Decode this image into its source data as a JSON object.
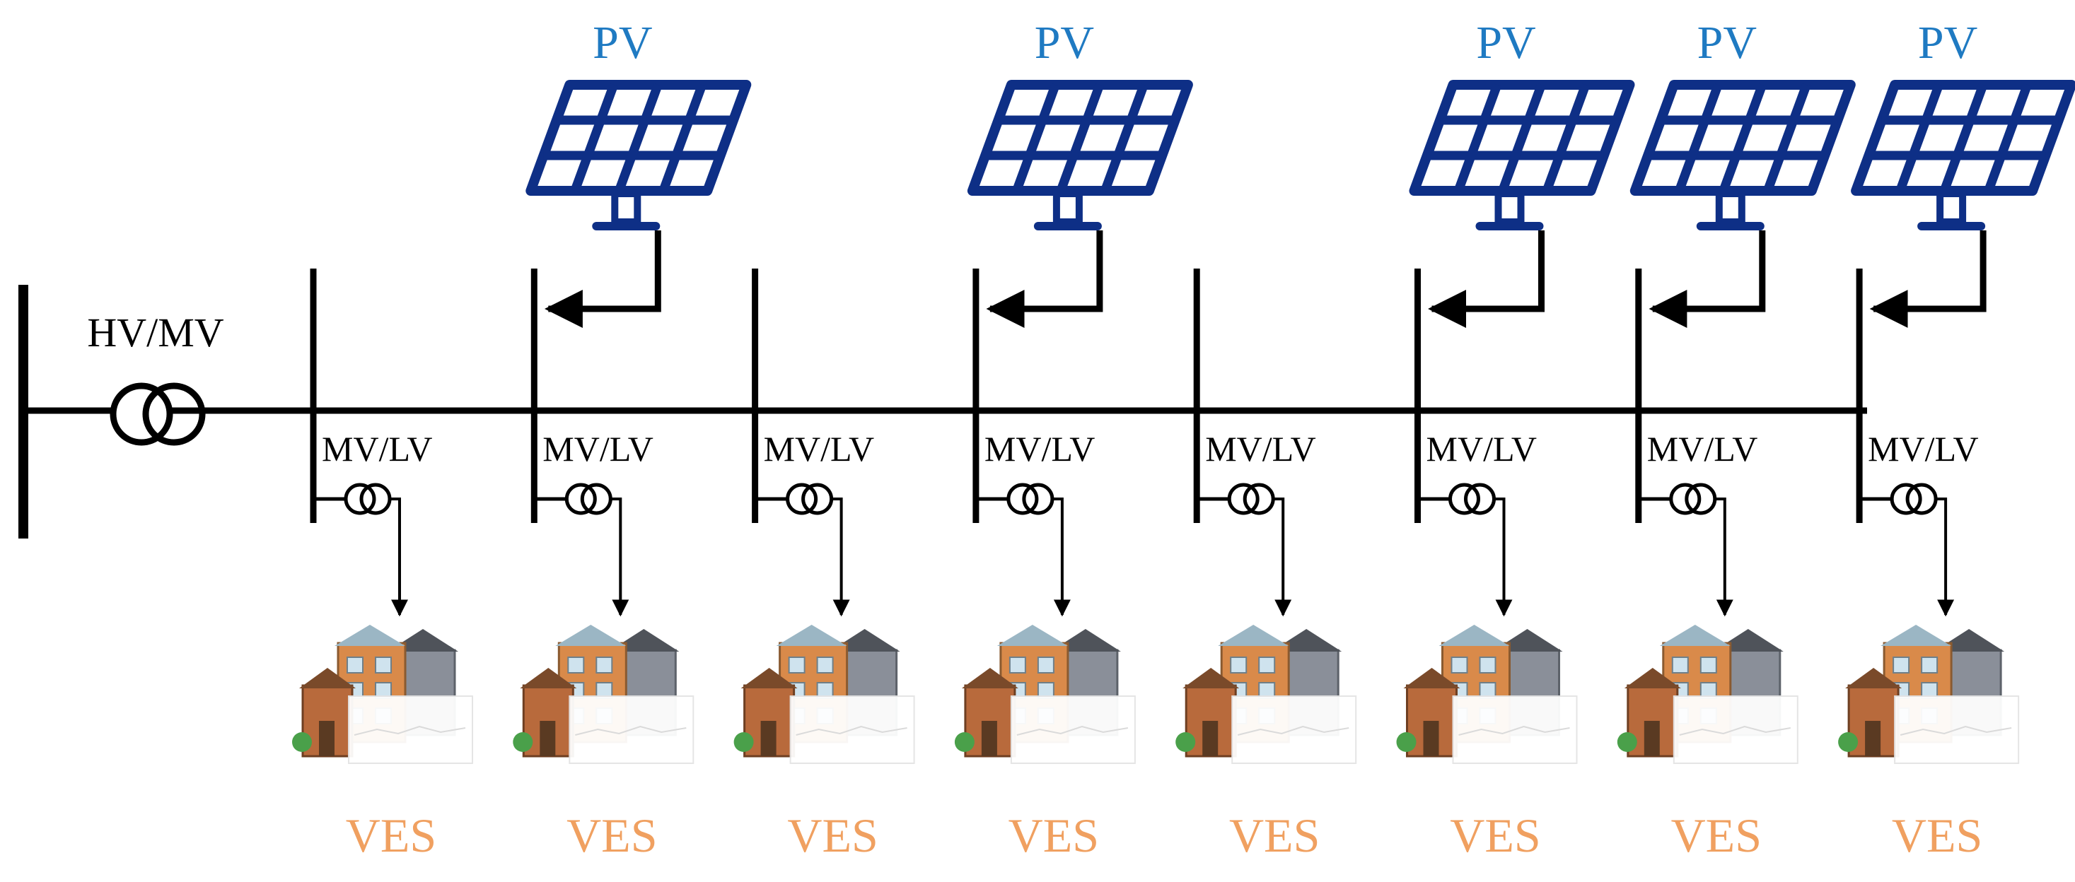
{
  "colors": {
    "line": "#000000",
    "pv_text": "#1f7ac2",
    "panel": "#0e2f86",
    "ves_text": "#f0a060"
  },
  "main_transformer": {
    "label": "HV/MV"
  },
  "pv_label": "PV",
  "buses": [
    {
      "transformer_label": "MV/LV",
      "load_label": "VES",
      "has_pv": false
    },
    {
      "transformer_label": "MV/LV",
      "load_label": "VES",
      "has_pv": true
    },
    {
      "transformer_label": "MV/LV",
      "load_label": "VES",
      "has_pv": false
    },
    {
      "transformer_label": "MV/LV",
      "load_label": "VES",
      "has_pv": true
    },
    {
      "transformer_label": "MV/LV",
      "load_label": "VES",
      "has_pv": false
    },
    {
      "transformer_label": "MV/LV",
      "load_label": "VES",
      "has_pv": true
    },
    {
      "transformer_label": "MV/LV",
      "load_label": "VES",
      "has_pv": true
    },
    {
      "transformer_label": "MV/LV",
      "load_label": "VES",
      "has_pv": true
    }
  ]
}
